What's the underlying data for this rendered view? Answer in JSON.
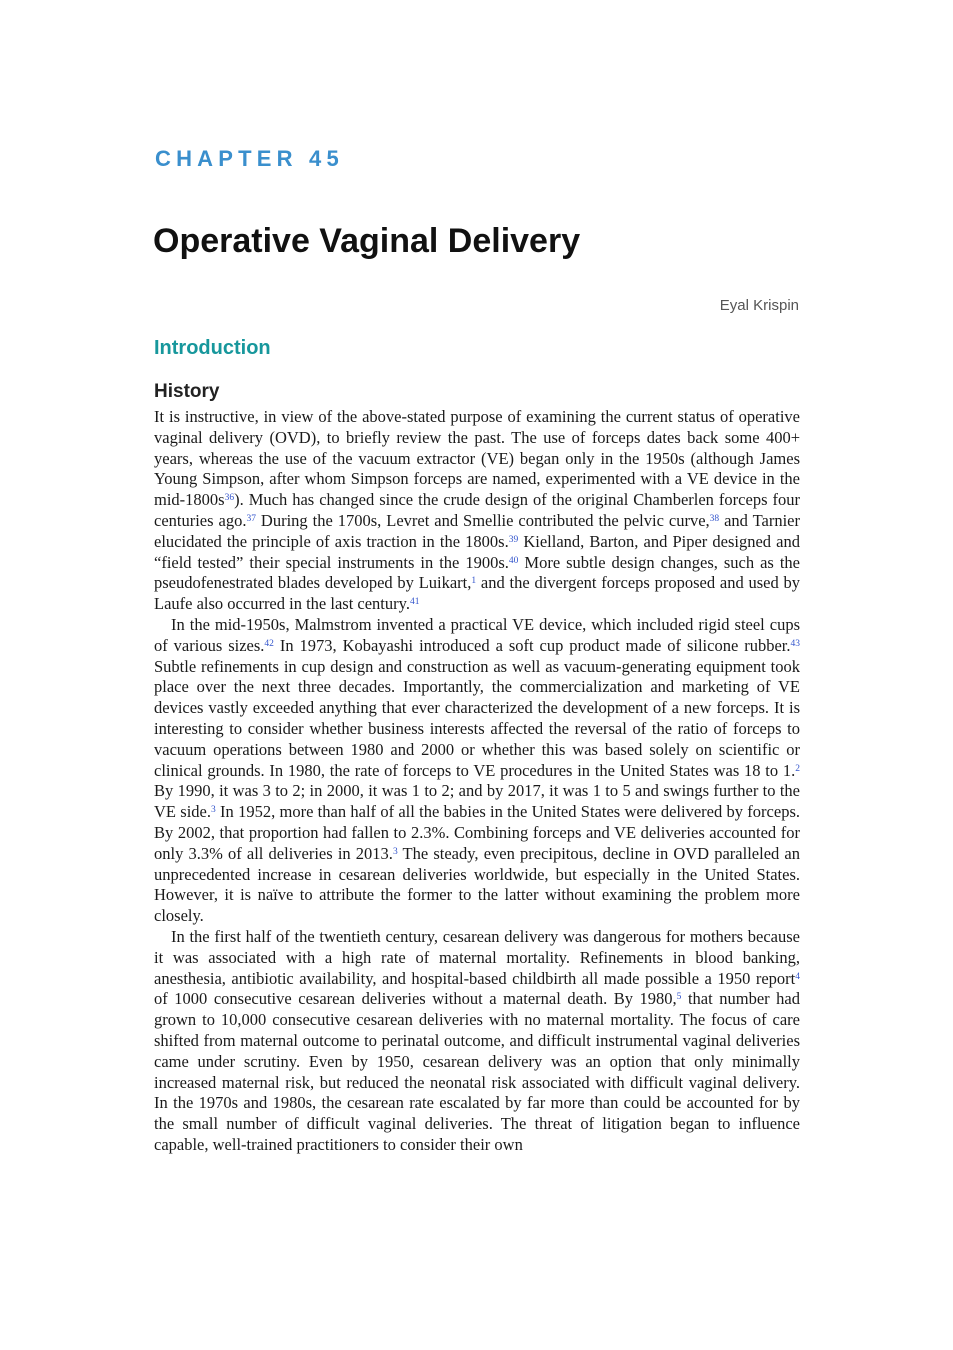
{
  "chapter": {
    "label": "CHAPTER 45",
    "title": "Operative Vaginal Delivery",
    "author": "Eyal Krispin"
  },
  "section": {
    "heading": "Introduction",
    "subheading": "History"
  },
  "refs": {
    "r36": "36",
    "r37": "37",
    "r38": "38",
    "r39": "39",
    "r40": "40",
    "r1": "1",
    "r41": "41",
    "r42": "42",
    "r43": "43",
    "r2": "2",
    "r3a": "3",
    "r3b": "3",
    "r4": "4",
    "r5": "5"
  },
  "paragraphs": {
    "p1": [
      "It is instructive, in view of the above-stated purpose of examining the current status of operative vaginal delivery (OVD), to briefly review the past. The use of forceps dates back some 400+ years, whereas the use of the vacuum extractor (VE) began only in the 1950s (although James Young Simpson, after whom Simpson forceps are named, experimented with a VE device in the mid-1800s",
      "). Much has changed since the crude design of the original Chamberlen forceps four centuries ago.",
      " During the 1700s, Levret and Smellie contributed the pelvic curve,",
      " and Tarnier elucidated the principle of axis traction in the 1800s.",
      " Kielland, Barton, and Piper designed and “field tested” their special instruments in the 1900s.",
      " More subtle design changes, such as the pseudofenestrated blades developed by Luikart,",
      " and the divergent forceps proposed and used by Laufe also occurred in the last century."
    ],
    "p2": [
      "In the mid-1950s, Malmstrom invented a practical VE device, which included rigid steel cups of various sizes.",
      " In 1973, Kobayashi introduced a soft cup product made of silicone rubber.",
      " Subtle refinements in cup design and construction as well as vacuum-generating equipment took place over the next three decades. Importantly, the commercialization and marketing of VE devices vastly exceeded anything that ever characterized the development of a new forceps. It is interesting to consider whether business interests affected the reversal of the ratio of forceps to vacuum operations between 1980 and 2000 or whether this was based solely on scientific or clinical grounds. In 1980, the rate of forceps to VE procedures in the United States was 18 to 1.",
      " By 1990, it was 3 to 2; in 2000, it was 1 to 2; and by 2017, it was 1 to 5 and swings further to the VE side.",
      " In 1952, more than half of all the babies in the United States were delivered by forceps. By 2002, that proportion had fallen to 2.3%. Combining forceps and VE deliveries accounted for only 3.3% of all deliveries in 2013.",
      " The steady, even precipitous, decline in OVD paralleled an unprecedented increase in cesarean deliveries worldwide, but especially in the United States. However, it is naïve to attribute the former to the latter without examining the problem more closely."
    ],
    "p3": [
      "In the first half of the twentieth century, cesarean delivery was dangerous for mothers because it was associated with a high rate of maternal mortality. Refinements in blood banking, anesthesia, antibiotic availability, and hospital-based childbirth all made possible a 1950 report",
      " of 1000 consecutive cesarean deliveries without a maternal death. By 1980,",
      " that number had grown to 10,000 consecutive cesarean deliveries with no maternal mortality. The focus of care shifted from maternal outcome to perinatal outcome, and difficult instrumental vaginal deliveries came under scrutiny. Even by 1950, cesarean delivery was an option that only minimally increased maternal risk, but reduced the neonatal risk associated with difficult vaginal delivery. In the 1970s and 1980s, the cesarean rate escalated by far more than could be accounted for by the small number of difficult vaginal deliveries. The threat of litigation began to influence capable, well-trained practitioners to consider their own"
    ]
  }
}
